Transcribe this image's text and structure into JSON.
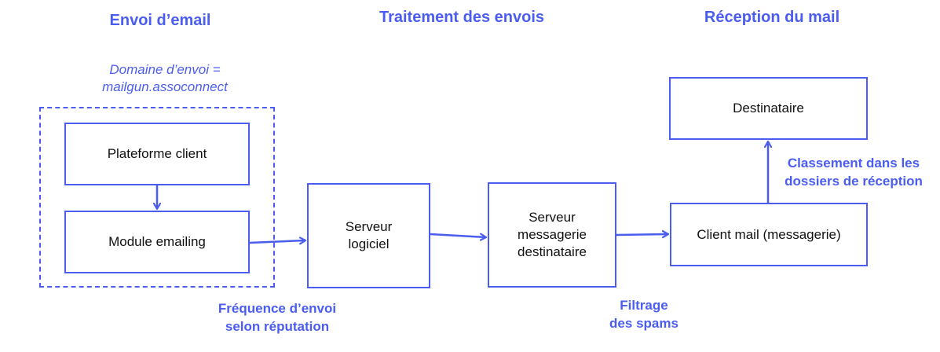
{
  "colors": {
    "accent": "#4a5df0",
    "box_text": "#111111",
    "background": "#ffffff"
  },
  "headings": {
    "sending": "Envoi d’email",
    "processing": "Traitement des envois",
    "reception": "Réception du mail"
  },
  "sending_domain_note": {
    "line1": "Domaine d’envoi =",
    "line2": "mailgun.assoconnect"
  },
  "nodes": {
    "client_platform": {
      "label": "Plateforme client"
    },
    "emailing_module": {
      "label": "Module emailing"
    },
    "software_server": {
      "line1": "Serveur",
      "line2": "logiciel"
    },
    "recipient_mail_server": {
      "line1": "Serveur",
      "line2": "messagerie",
      "line3": "destinataire"
    },
    "mail_client": {
      "label": "Client mail (messagerie)"
    },
    "recipient": {
      "label": "Destinataire"
    }
  },
  "edge_labels": {
    "frequency": {
      "line1": "Fréquence d’envoi",
      "line2": "selon réputation"
    },
    "spam_filter": {
      "line1": "Filtrage",
      "line2": "des spams"
    },
    "classification": {
      "line1": "Classement dans les",
      "line2": "dossiers de réception"
    }
  }
}
